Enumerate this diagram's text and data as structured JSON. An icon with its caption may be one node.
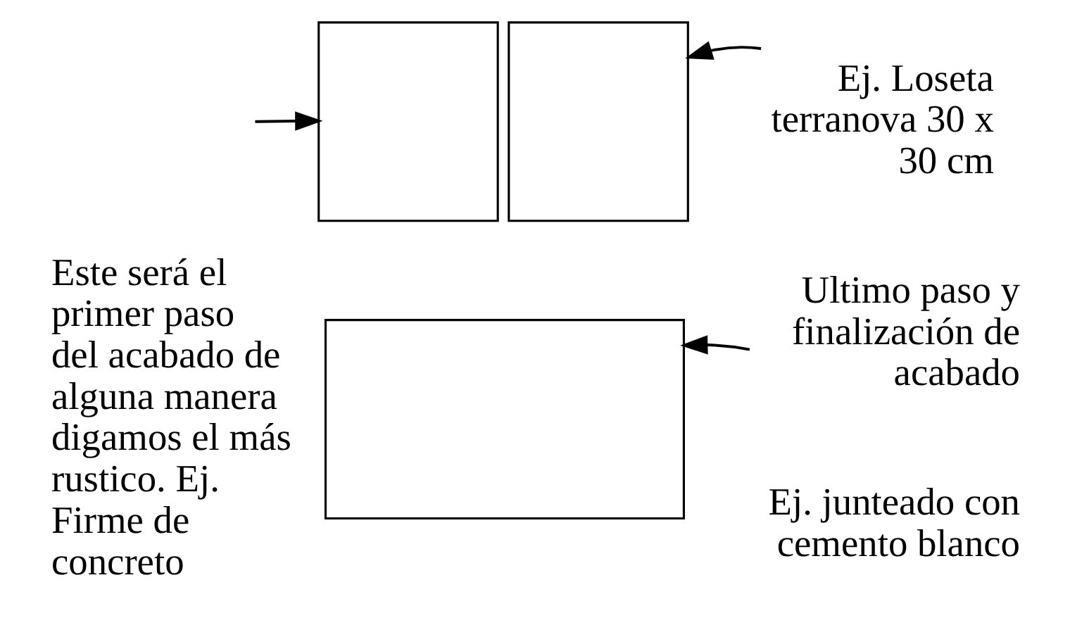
{
  "diagram": {
    "nodes": [
      {
        "text": [],
        "shape": "box"
      },
      {
        "text": [],
        "shape": "box"
      },
      {
        "text": [],
        "shape": "box"
      },
      {
        "text": [
          "Ej. Loseta terranova 30 x 30 cm"
        ]
      },
      {
        "text": [
          "Ultimo paso y finalización de acabado",
          "Ej. junteado con cemento blanco"
        ]
      }
    ],
    "edges": [
      {
        "from": null,
        "to": 0,
        "arrow": "to"
      },
      {
        "from": 3,
        "to": 1,
        "arrow": "to"
      },
      {
        "from": 4,
        "to": 2,
        "arrow": "to"
      }
    ],
    "labels": [
      "Este será el primer paso del acabado de alguna manera digamos el más rustico. Ej. Firme de concreto"
    ]
  }
}
